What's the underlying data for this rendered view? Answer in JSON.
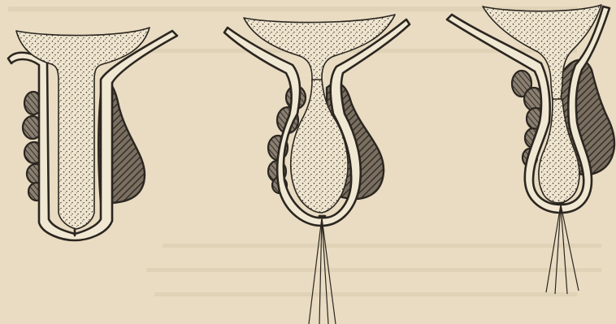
{
  "figure": {
    "panels": [
      {
        "name": "left-stage",
        "stage": 1,
        "has_discharge": false
      },
      {
        "name": "middle-stage",
        "stage": 2,
        "has_discharge": true
      },
      {
        "name": "right-stage",
        "stage": 3,
        "has_discharge": true
      }
    ],
    "colors": {
      "paper": "#e9dcc2",
      "ink": "#2b2620",
      "stipple": "#3a332a",
      "hatch": "#2b2620"
    }
  }
}
